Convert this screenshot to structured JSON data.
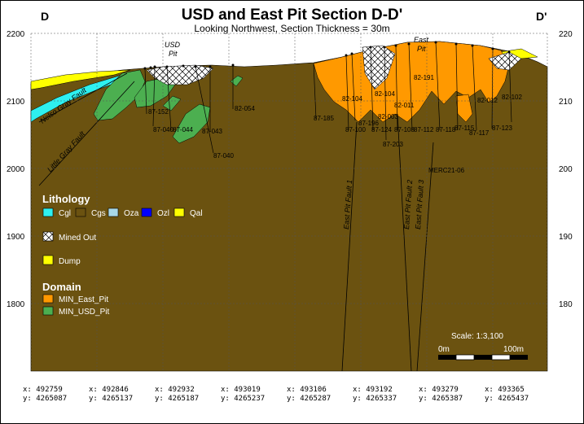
{
  "title": "USD and East Pit Section D-D'",
  "subtitle": "Looking Northwest, Section Thickness = 30m",
  "corner_left": "D",
  "corner_right": "D'",
  "left_axis": [
    "2200",
    "2100",
    "2000",
    "1900",
    "1800"
  ],
  "right_axis": [
    "220",
    "210",
    "200",
    "190",
    "180"
  ],
  "pit_labels": {
    "usd": [
      "USD",
      "Pit"
    ],
    "east": [
      "East",
      "Pit"
    ]
  },
  "faults": [
    "Little Gray Fault",
    "Nelso Gray Fault",
    "East Pit Fault 1",
    "East Pit Fault 2",
    "East Pit Fault 3"
  ],
  "legend": {
    "lithology_title": "Lithology",
    "lithology_items": [
      {
        "code": "Cgl",
        "color": "#2ef0f0"
      },
      {
        "code": "Cgs",
        "color": "#6b5210"
      },
      {
        "code": "Oza",
        "color": "#a8d8e8"
      },
      {
        "code": "Ozl",
        "color": "#0000ff"
      },
      {
        "code": "Qal",
        "color": "#ffff00"
      }
    ],
    "mined_out": "Mined Out",
    "dump": "Dump",
    "dump_color": "#ffff00",
    "domain_title": "Domain",
    "domain_items": [
      {
        "label": "MIN_East_Pit",
        "color": "#ff9900"
      },
      {
        "label": "MIN_USD_Pit",
        "color": "#4caf50"
      }
    ]
  },
  "drillholes": [
    "87-152",
    "87-040",
    "87-044",
    "87-043",
    "87-040",
    "82-054",
    "87-185",
    "82-104",
    "87-100",
    "87-196",
    "87-124",
    "82-003",
    "82-011",
    "87-108",
    "87-203",
    "87-112",
    "87-118",
    "87-115",
    "87-117",
    "87-123",
    "82-012",
    "82-102",
    "82-104",
    "82-191",
    "MERC21-06"
  ],
  "scale": {
    "label": "Scale: 1:3,100",
    "start": "0m",
    "end": "100m"
  },
  "coords": [
    {
      "x": "x: 492759",
      "y": "y: 4265087"
    },
    {
      "x": "x: 492846",
      "y": "y: 4265137"
    },
    {
      "x": "x: 492932",
      "y": "y: 4265187"
    },
    {
      "x": "x: 493019",
      "y": "y: 4265237"
    },
    {
      "x": "x: 493106",
      "y": "y: 4265287"
    },
    {
      "x": "x: 493192",
      "y": "y: 4265337"
    },
    {
      "x": "x: 493279",
      "y": "y: 4265387"
    },
    {
      "x": "x: 493365",
      "y": "y: 4265437"
    }
  ]
}
